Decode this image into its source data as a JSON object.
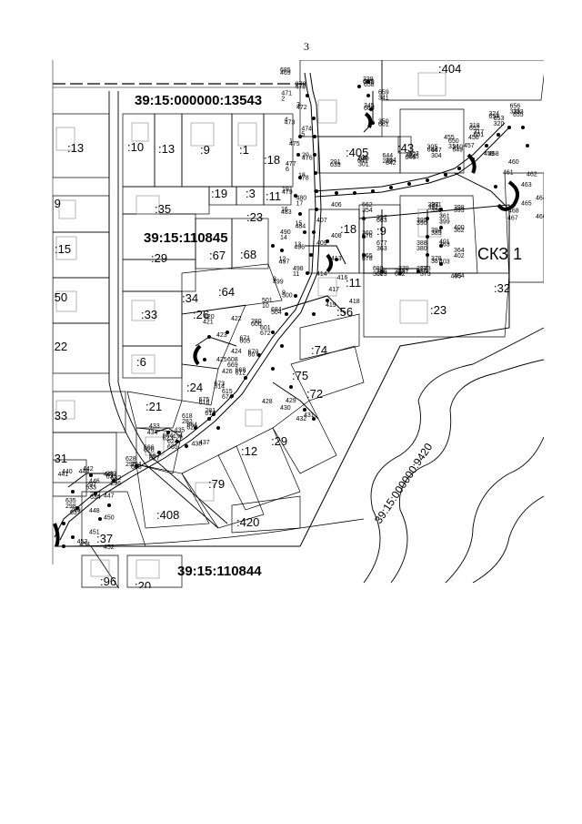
{
  "page_number": "3",
  "quarters": {
    "q13543": "39:15:000000:13543",
    "q110845": "39:15:110845",
    "q110844": "39:15:110844",
    "q9420": "39:15:000000:9420"
  },
  "protection_station_label": "СКЗ 1",
  "parcels": [
    ":404",
    ":13",
    ":10",
    ":13",
    ":9",
    ":1",
    ":18",
    ":405",
    ":43",
    ":19",
    ":3",
    ":11",
    ":35",
    ":23",
    ":18",
    ":9",
    ":29",
    ":67",
    ":68",
    ":15",
    ":64",
    ":11",
    ":32",
    ":34",
    ":33",
    ":26",
    ":56",
    ":23",
    ":74",
    ":22",
    ":6",
    ":24",
    ":75",
    ":72",
    ":33",
    ":21",
    ":29",
    ":31",
    ":12",
    ":79",
    ":408",
    ":37",
    ":420",
    ":96",
    ":20",
    ":50",
    ":9"
  ],
  "point_numbers": [
    "685",
    "279",
    "2",
    "3",
    "4",
    "5",
    "1",
    "20",
    "6",
    "18",
    "19",
    "17",
    "16",
    "15",
    "14",
    "13",
    "12",
    "11",
    "8",
    "9",
    "10",
    "684",
    "280",
    "672",
    "671",
    "670",
    "669",
    "668",
    "673",
    "674",
    "675",
    "281",
    "282",
    "664",
    "664",
    "665",
    "666",
    "667",
    "295",
    "294",
    "293",
    "296",
    "297",
    "292",
    "298",
    "299",
    "291",
    "301",
    "286",
    "284",
    "283",
    "303",
    "302",
    "304",
    "305",
    "310",
    "314",
    "317",
    "318",
    "320",
    "324",
    "333",
    "335",
    "338",
    "339",
    "341",
    "345",
    "350",
    "354",
    "357",
    "360",
    "363",
    "365",
    "366",
    "368",
    "370",
    "372",
    "373",
    "377",
    "378",
    "380",
    "394",
    "395",
    "396",
    "397",
    "398",
    "399",
    "400",
    "401",
    "402",
    "403",
    "404",
    "405",
    "406",
    "407",
    "408",
    "409",
    "413",
    "414",
    "416",
    "417",
    "418",
    "419",
    "420",
    "421",
    "422",
    "423",
    "424",
    "425",
    "426",
    "428",
    "429",
    "430",
    "431",
    "432",
    "433",
    "434",
    "435",
    "436",
    "437",
    "438",
    "440",
    "441",
    "442",
    "444",
    "445",
    "446",
    "447",
    "448",
    "450",
    "451",
    "452",
    "453",
    "454",
    "455",
    "456",
    "457",
    "458",
    "459",
    "460",
    "461",
    "462",
    "463",
    "464",
    "465",
    "466",
    "467",
    "468",
    "469",
    "470",
    "471",
    "472",
    "473",
    "474",
    "475",
    "476",
    "477",
    "478",
    "479",
    "480",
    "483",
    "484",
    "490",
    "496",
    "497",
    "498",
    "499",
    "500",
    "501",
    "504",
    "600",
    "601",
    "605",
    "607",
    "608",
    "612",
    "614",
    "615",
    "616",
    "617",
    "618",
    "620",
    "623",
    "624",
    "626",
    "627",
    "628",
    "630",
    "631",
    "632",
    "633",
    "634",
    "635",
    "637",
    "639",
    "640",
    "641",
    "642",
    "644",
    "645",
    "646",
    "647",
    "648",
    "649",
    "650",
    "651",
    "652",
    "653",
    "654",
    "655",
    "656",
    "657",
    "658",
    "659",
    "660",
    "661",
    "662",
    "663",
    "676",
    "677",
    "678",
    "679",
    "680",
    "681",
    "682",
    "683",
    "386",
    "387",
    "388",
    "389",
    "390",
    "391",
    "392",
    "393",
    "361",
    "362",
    "363",
    "364"
  ]
}
